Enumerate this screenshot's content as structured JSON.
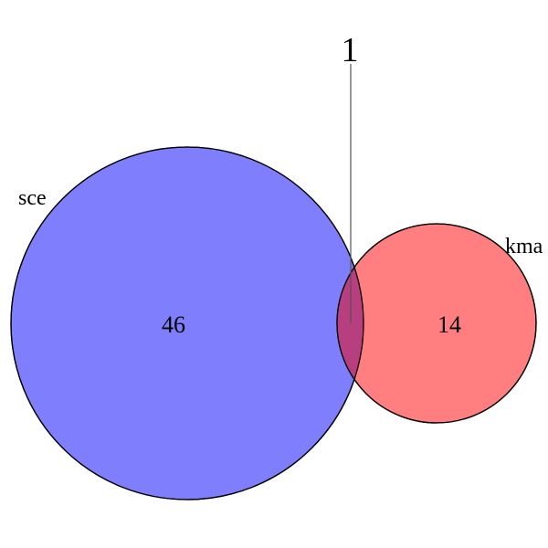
{
  "diagram": {
    "type": "venn",
    "sets": [
      {
        "id": "sce",
        "label": "sce",
        "only_count": "46",
        "color": "#7f7ffe"
      },
      {
        "id": "kma",
        "label": "kma",
        "only_count": "14",
        "color": "#ff7f80"
      }
    ],
    "intersection": {
      "count": "1",
      "color": "#b83f7f"
    },
    "outline_color": "#000000",
    "leader_line_color": "#555555"
  }
}
